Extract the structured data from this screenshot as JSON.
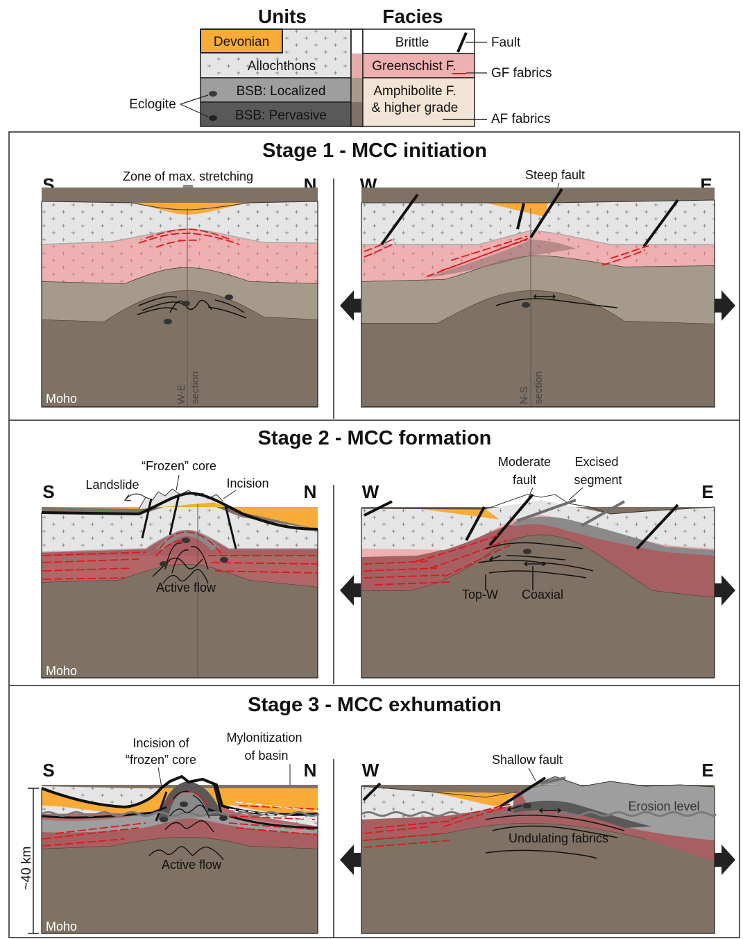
{
  "legend": {
    "units_title": "Units",
    "facies_title": "Facies",
    "devonian": "Devonian",
    "allochthons": "Allochthons",
    "bsb_localized": "BSB: Localized",
    "bsb_pervasive": "BSB: Pervasive",
    "eclogite": "Eclogite",
    "brittle": "Brittle",
    "greenschist": "Greenschist F.",
    "amphibolite_1": "Amphibolite F.",
    "amphibolite_2": "& higher grade",
    "fault": "Fault",
    "gf_fabrics": "GF fabrics",
    "af_fabrics": "AF fabrics",
    "colors": {
      "devonian": "#f8ab37",
      "allochthons": "#e5e5e5",
      "bsb_localized": "#9e9e9e",
      "bsb_pervasive": "#595959",
      "greenschist": "#eeb0b0",
      "amphibolite": "#f3e5d5",
      "mantle": "#7f7264",
      "lower_crust": "#a69a8b",
      "core": "#a85f62"
    }
  },
  "stage1": {
    "title": "Stage 1 - MCC initiation",
    "left": {
      "dir_left": "S",
      "dir_right": "N",
      "label": "Zone of max. stretching",
      "section_1": "W-E",
      "section_2": "section",
      "moho": "Moho"
    },
    "right": {
      "dir_left": "W",
      "dir_right": "E",
      "label": "Steep fault",
      "section_1": "N-S",
      "section_2": "section"
    }
  },
  "stage2": {
    "title": "Stage 2 - MCC formation",
    "left": {
      "dir_left": "S",
      "dir_right": "N",
      "frozen_core": "“Frozen” core",
      "landslide": "Landslide",
      "incision": "Incision",
      "active_flow": "Active flow",
      "moho": "Moho"
    },
    "right": {
      "dir_left": "W",
      "dir_right": "E",
      "moderate_1": "Moderate",
      "moderate_2": "fault",
      "excised_1": "Excised",
      "excised_2": "segment",
      "top_w": "Top-W",
      "coaxial": "Coaxial"
    }
  },
  "stage3": {
    "title": "Stage 3 - MCC exhumation",
    "left": {
      "dir_left": "S",
      "dir_right": "N",
      "incision_1": "Incision of",
      "incision_2": "“frozen” core",
      "mylonitization_1": "Mylonitization",
      "mylonitization_2": "of basin",
      "active_flow": "Active flow",
      "moho": "Moho",
      "depth": "~40 km"
    },
    "right": {
      "dir_left": "W",
      "dir_right": "E",
      "shallow_fault": "Shallow fault",
      "erosion_level": "Erosion level",
      "undulating": "Undulating fabrics"
    }
  }
}
